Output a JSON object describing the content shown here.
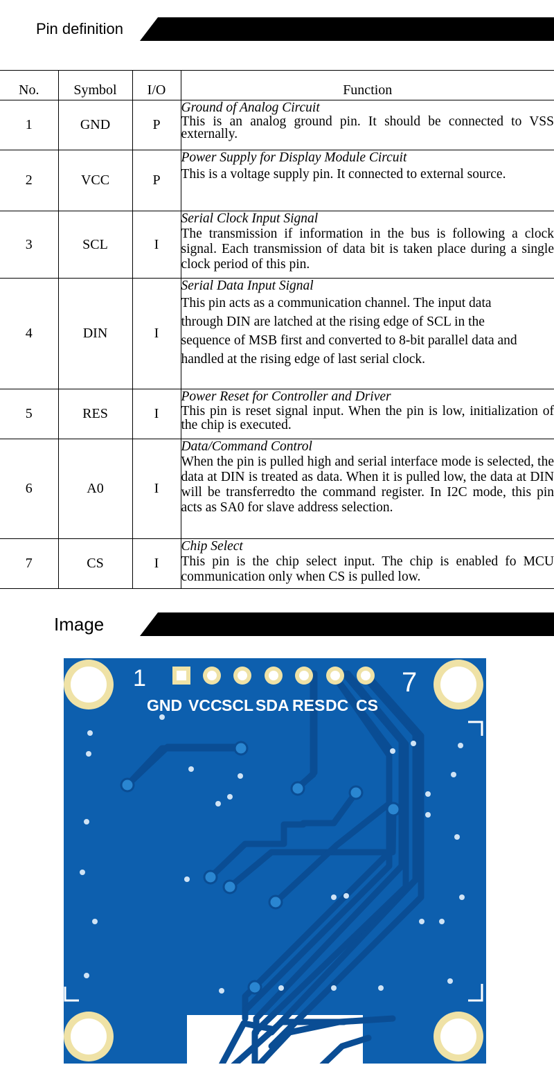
{
  "sections": {
    "pin_definition": {
      "title": "Pin definition"
    },
    "image": {
      "title": "Image"
    }
  },
  "table": {
    "headers": {
      "no": "No.",
      "symbol": "Symbol",
      "io": "I/O",
      "function": "Function"
    },
    "rows": [
      {
        "no": "1",
        "symbol": "GND",
        "io": "P",
        "title": "Ground of Analog Circuit",
        "text": " This is an analog ground pin. It should be connected to VSS externally."
      },
      {
        "no": "2",
        "symbol": "VCC",
        "io": "P",
        "title": "Power Supply for Display Module Circuit",
        "text": " This is a voltage supply pin. It connected to external source."
      },
      {
        "no": "3",
        "symbol": "SCL",
        "io": "I",
        "title": "Serial Clock Input Signal",
        "text": "The transmission if information in the bus is following a clock signal. Each transmission of data bit is taken place during a single clock period of this pin."
      },
      {
        "no": "4",
        "symbol": "DIN",
        "io": "I",
        "title": "Serial Data Input Signal",
        "text": " This pin acts as a communication channel. The input data through DIN are latched at the rising edge of SCL in the sequence of MSB first and converted to 8-bit parallel data and handled at the rising edge of last serial clock."
      },
      {
        "no": "5",
        "symbol": "RES",
        "io": "I",
        "title": "Power Reset for Controller and Driver",
        "text": " This pin is reset signal input. When the pin is low, initialization of the chip is executed."
      },
      {
        "no": "6",
        "symbol": "A0",
        "io": "I",
        "title": "Data/Command Control",
        "text": "When the pin is pulled high and serial interface mode is selected, the data at DIN is treated as data. When it is pulled low, the data at DIN will be transferredto the command register. In I2C mode, this pin acts as SA0 for slave address selection."
      },
      {
        "no": "7",
        "symbol": "CS",
        "io": "I",
        "title": "Chip Select",
        "text": " This pin is the chip select input. The chip is enabled fo MCU communication only when CS is pulled low."
      }
    ]
  },
  "board": {
    "pin_number_first": "1",
    "pin_number_last": "7",
    "pin_labels": [
      "GND",
      "VCC",
      "SCL",
      "SDA",
      "RES",
      "DC",
      "CS"
    ],
    "colors": {
      "pcb": "#0d5fae",
      "trace": "#0a4d94",
      "pad": "#efe2a6",
      "silk": "#ffffff"
    }
  }
}
